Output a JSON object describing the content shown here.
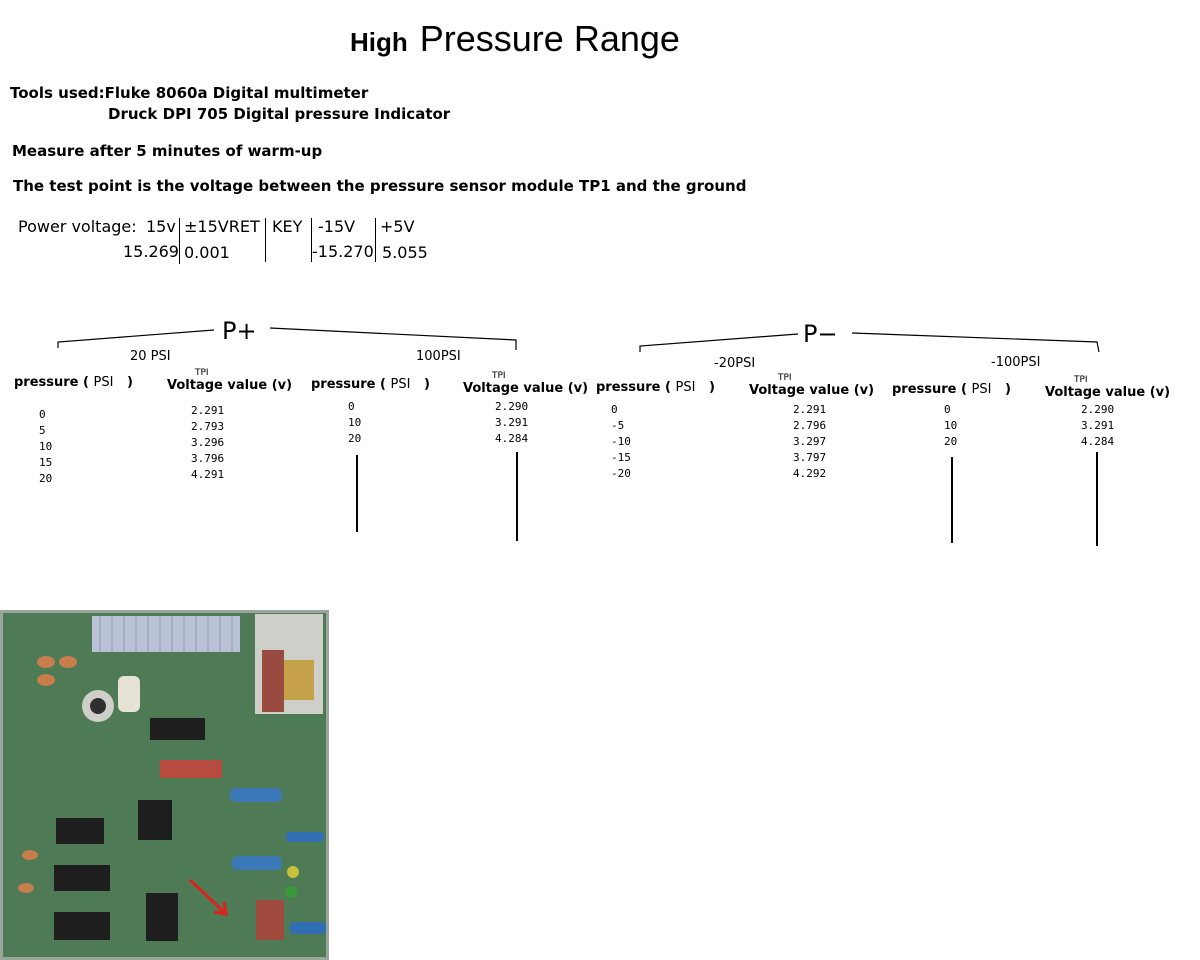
{
  "title": {
    "high": "High",
    "rest": "Pressure Range"
  },
  "tools": {
    "label": "Tools used:",
    "line1": "Fluke 8060a Digital multimeter",
    "line2": "Druck DPI 705 Digital pressure  Indicator"
  },
  "warmup": "Measure after 5 minutes of warm-up",
  "testpoint": "The test point is the voltage between the pressure sensor module TP1 and the ground",
  "power": {
    "label": "Power voltage:",
    "headers": [
      "15v",
      "±15VRET",
      "KEY",
      "-15V",
      "+5V"
    ],
    "values": [
      "15.269",
      "0.001",
      "",
      "-15.270",
      "5.055"
    ]
  },
  "sections": [
    {
      "label": "P+",
      "ranges": [
        {
          "label": "20 PSI",
          "pressure_header": "pressure (",
          "unit": "PSI",
          "close": ")",
          "tp": "TPI",
          "voltage_header": "Voltage value",
          "v_unit": "(v)",
          "rows": [
            [
              "0",
              "2.291"
            ],
            [
              "5",
              "2.793"
            ],
            [
              "10",
              "3.296"
            ],
            [
              "15",
              "3.796"
            ],
            [
              "20",
              "4.291"
            ]
          ]
        },
        {
          "label": "100PSI",
          "pressure_header": "pressure (",
          "unit": "PSI",
          "close": ")",
          "tp": "TPI",
          "voltage_header": "Voltage value",
          "v_unit": "(v)",
          "rows": [
            [
              "0",
              "2.290"
            ],
            [
              "10",
              "3.291"
            ],
            [
              "20",
              "4.284"
            ]
          ]
        }
      ]
    },
    {
      "label": "P−",
      "ranges": [
        {
          "label": "-20PSI",
          "pressure_header": "pressure (",
          "unit": "PSI",
          "close": ")",
          "tp": "TPI",
          "voltage_header": "Voltage value",
          "v_unit": "(v)",
          "rows": [
            [
              "0",
              "2.291"
            ],
            [
              "-5",
              "2.796"
            ],
            [
              "-10",
              "3.297"
            ],
            [
              "-15",
              "3.797"
            ],
            [
              "-20",
              "4.292"
            ]
          ]
        },
        {
          "label": "-100PSI",
          "pressure_header": "pressure (",
          "unit": "PSI",
          "close": ")",
          "tp": "TPI",
          "voltage_header": "Voltage value",
          "v_unit": "(v)",
          "rows": [
            [
              "0",
              "2.290"
            ],
            [
              "10",
              "3.291"
            ],
            [
              "20",
              "4.284"
            ]
          ]
        }
      ]
    }
  ],
  "colors": {
    "pcb": "#4e7a55",
    "arrow": "#e0201c",
    "cable": "#b9c2d6"
  }
}
